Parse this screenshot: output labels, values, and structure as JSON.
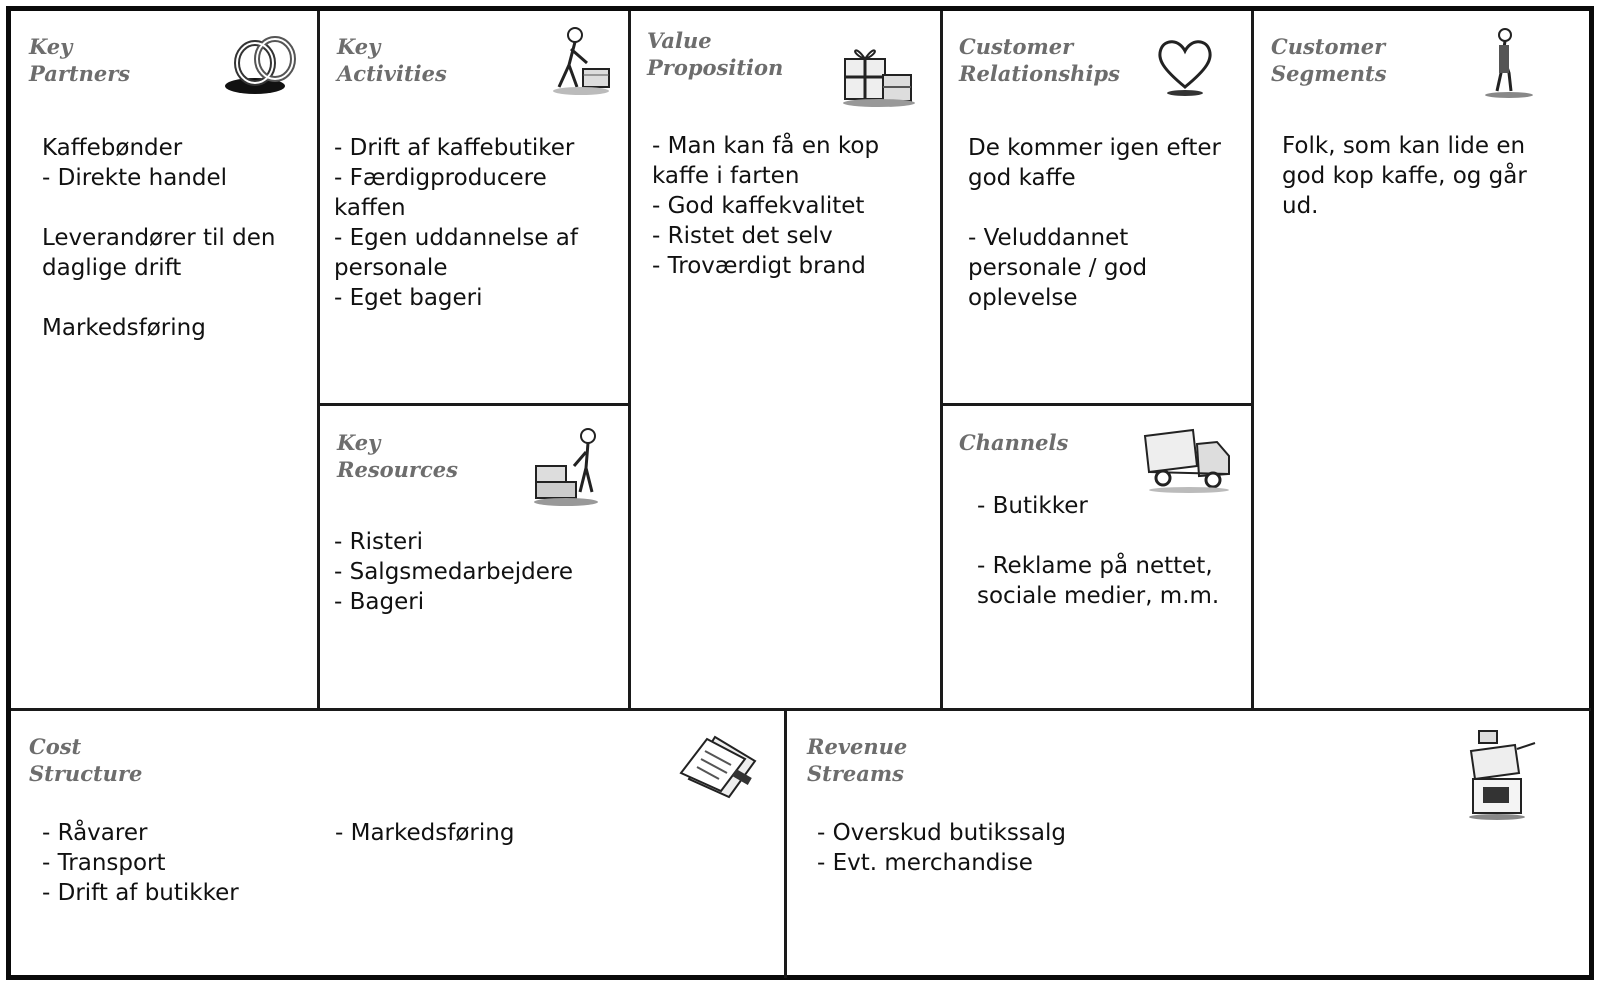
{
  "canvas": {
    "key_partners": {
      "title": "Key\nPartners",
      "icon": "linked-rings-icon",
      "text": "Kaffebønder\n- Direkte handel\n\nLeverandører til den\ndaglige drift\n\nMarkedsføring"
    },
    "key_activities": {
      "title": "Key\nActivities",
      "icon": "worker-with-box-icon",
      "text": "- Drift af kaffebutiker\n- Færdigproducere\nkaffen\n- Egen uddannelse af\npersonale\n- Eget bageri"
    },
    "key_resources": {
      "title": "Key\nResources",
      "icon": "worker-with-crates-icon",
      "text": "- Risteri\n- Salgsmedarbejdere\n- Bageri"
    },
    "value_proposition": {
      "title": "Value\nProposition",
      "icon": "gift-boxes-icon",
      "text": "- Man kan få en kop\nkaffe i farten\n- God kaffekvalitet\n-  Ristet det selv\n- Troværdigt brand"
    },
    "customer_relationships": {
      "title": "Customer\nRelationships",
      "icon": "heart-icon",
      "text": "De kommer igen efter\ngod kaffe\n\n- Veluddannet\npersonale / god\noplevelse"
    },
    "channels": {
      "title": "Channels",
      "icon": "delivery-truck-icon",
      "text": "- Butikker\n\n- Reklame på nettet,\nsociale medier, m.m."
    },
    "customer_segments": {
      "title": "Customer\nSegments",
      "icon": "standing-person-icon",
      "text": "Folk, som kan lide en\ngod kop kaffe, og går\nud."
    },
    "cost_structure": {
      "title": "Cost\nStructure",
      "icon": "receipt-papers-icon",
      "text_left": "- Råvarer\n- Transport\n- Drift af butikker",
      "text_right": "- Markedsføring"
    },
    "revenue_streams": {
      "title": "Revenue\nStreams",
      "icon": "cash-register-icon",
      "text": "- Overskud butikssalg\n- Evt. merchandise"
    }
  }
}
